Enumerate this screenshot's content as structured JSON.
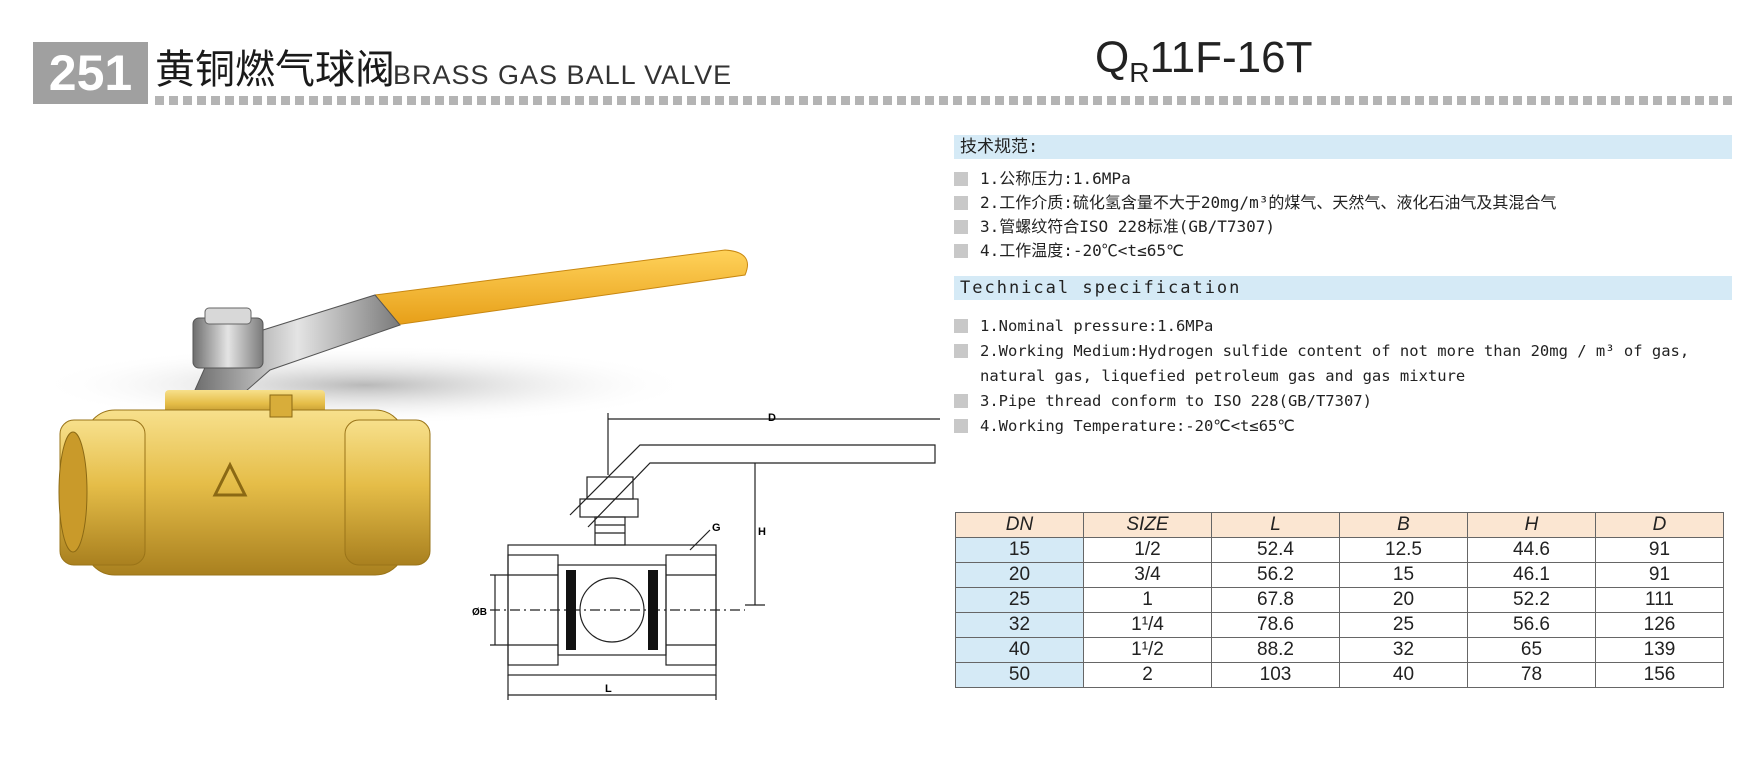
{
  "header": {
    "page_number": "251",
    "title_cn": "黄铜燃气球阀",
    "title_en": "BRASS GAS BALL VALVE",
    "model_prefix": "Q",
    "model_sub": "R",
    "model_suffix": "11F-16T"
  },
  "spec_cn": {
    "heading": "技术规范:",
    "items": [
      "1.公称压力:1.6MPa",
      "2.工作介质:硫化氢含量不大于20mg/m³的煤气、天然气、液化石油气及其混合气",
      "3.管螺纹符合ISO 228标准(GB/T7307)",
      "4.工作温度:-20℃<t≤65℃"
    ]
  },
  "spec_en": {
    "heading": "Technical specification",
    "items": [
      "1.Nominal pressure:1.6MPa",
      "2.Working Medium:Hydrogen sulfide content of not more than 20mg / m³ of gas, natural gas, liquefied petroleum gas and gas mixture",
      "3.Pipe thread conform to ISO 228(GB/T7307)",
      "4.Working Temperature:-20℃<t≤65℃"
    ]
  },
  "drawing_labels": {
    "d": "D",
    "h": "H",
    "g": "G",
    "b": "ØB",
    "l": "L"
  },
  "table": {
    "headers": [
      "DN",
      "SIZE",
      "L",
      "B",
      "H",
      "D"
    ],
    "rows": [
      [
        "15",
        "1/2",
        "52.4",
        "12.5",
        "44.6",
        "91"
      ],
      [
        "20",
        "3/4",
        "56.2",
        "15",
        "46.1",
        "91"
      ],
      [
        "25",
        "1",
        "67.8",
        "20",
        "52.2",
        "111"
      ],
      [
        "32",
        "1¹/4",
        "78.6",
        "25",
        "56.6",
        "126"
      ],
      [
        "40",
        "1¹/2",
        "88.2",
        "32",
        "65",
        "139"
      ],
      [
        "50",
        "2",
        "103",
        "40",
        "78",
        "156"
      ]
    ]
  },
  "colors": {
    "header_box": "#a0a0a0",
    "section_bar": "#d5eaf6",
    "table_header": "#fbe6d2",
    "handle": "#f4b52c",
    "brass": "#e8c04c"
  }
}
